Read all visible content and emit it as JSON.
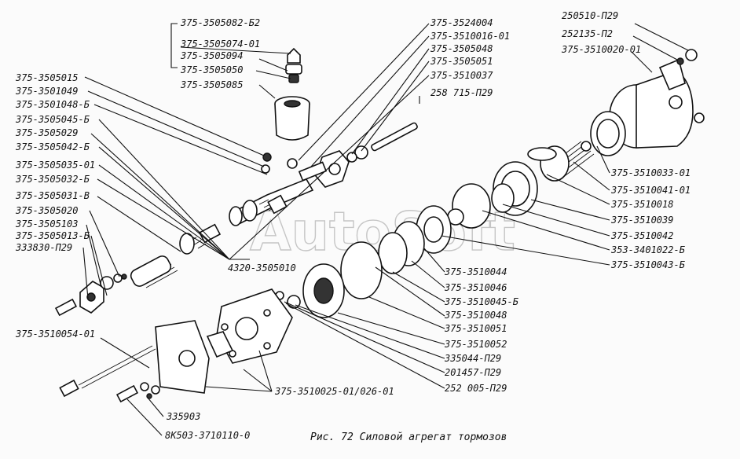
{
  "caption": "Рис. 72 Силовой агрегат тормозов",
  "watermark": "AutoSoft",
  "labels": {
    "l01": "375-3505082-Б2",
    "l02": "375-3505074-01",
    "l03": "375-3505094",
    "l04": "375-3505050",
    "l05": "375-3505085",
    "l06": "375-3505015",
    "l07": "375-3501049",
    "l08": "375-3501048-Б",
    "l09": "375-3505045-Б",
    "l10": "375-3505029",
    "l11": "375-3505042-Б",
    "l12": "375-3505035-01",
    "l13": "375-3505032-Б",
    "l14": "375-3505031-В",
    "l15": "375-3505020",
    "l16": "375-3505103",
    "l17": "375-3505013-Б",
    "l18": "333830-П29",
    "l19": "375-3524004",
    "l20": "375-3510016-01",
    "l21": "375-3505048",
    "l22": "375-3505051",
    "l23": "375-3510037",
    "l24": "258 715-П29",
    "l25": "250510-П29",
    "l26": "252135-П2",
    "l27": "375-3510020-01",
    "l28": "375-3510033-01",
    "l29": "375-3510041-01",
    "l30": "375-3510018",
    "l31": "375-3510039",
    "l32": "375-3510042",
    "l33": "353-3401022-Б",
    "l34": "375-3510043-Б",
    "l35": "4320-3505010",
    "l36": "375-3510044",
    "l37": "375-3510046",
    "l38": "375-3510045-Б",
    "l39": "375-3510048",
    "l40": "375-3510051",
    "l41": "375-3510052",
    "l42": "335044-П29",
    "l43": "201457-П29",
    "l44": "252 005-П29",
    "l45": "375-3510054-01",
    "l46": "375-3510025-01/026-01",
    "l47": "335903",
    "l48": "8К503-3710110-0"
  }
}
